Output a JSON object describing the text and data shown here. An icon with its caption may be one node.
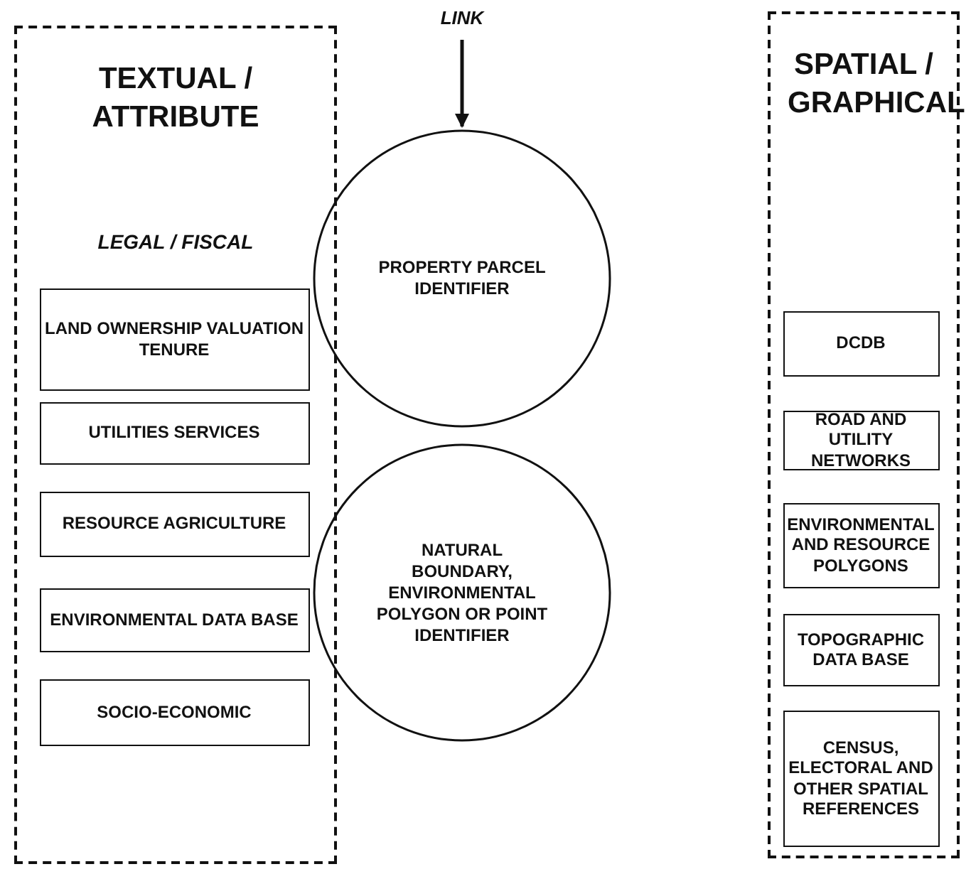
{
  "diagram": {
    "nodes": [
      {
        "text": [
          "TEXTUAL / ATTRIBUTE",
          "LEGAL / FISCAL"
        ]
      },
      {
        "text": [
          "LAND OWNERSHIP VALUATION TENURE"
        ],
        "in": 0
      },
      {
        "text": [
          "UTILITIES SERVICES"
        ],
        "in": 0
      },
      {
        "text": [
          "RESOURCE AGRICULTURE"
        ],
        "in": 0
      },
      {
        "text": [
          "ENVIRONMENTAL DATA BASE"
        ],
        "in": 0
      },
      {
        "text": [
          "SOCIO-ECONOMIC"
        ],
        "in": 0
      },
      {
        "text": [
          "LINK"
        ]
      },
      {
        "text": [
          "PROPERTY PARCEL IDENTIFIER"
        ]
      },
      {
        "text": [
          "NATURAL BOUNDARY, ENVIRONMENTAL POLYGON OR POINT IDENTIFIER"
        ]
      },
      {
        "text": [
          "SPATIAL / GRAPHICAL"
        ]
      },
      {
        "text": [
          "DCDB"
        ],
        "in": 9
      },
      {
        "text": [
          "ROAD AND UTILITY NETWORKS"
        ],
        "in": 9
      },
      {
        "text": [
          "ENVIRONMENTAL AND RESOURCE POLYGONS"
        ],
        "in": 9
      },
      {
        "text": [
          "TOPOGRAPHIC DATA BASE"
        ],
        "in": 9
      },
      {
        "text": [
          "CENSUS, ELECTORAL AND OTHER SPATIAL REFERENCES"
        ],
        "in": 9
      }
    ],
    "edges": [
      {
        "from": 6,
        "to": 7,
        "arrow": "to"
      }
    ]
  }
}
